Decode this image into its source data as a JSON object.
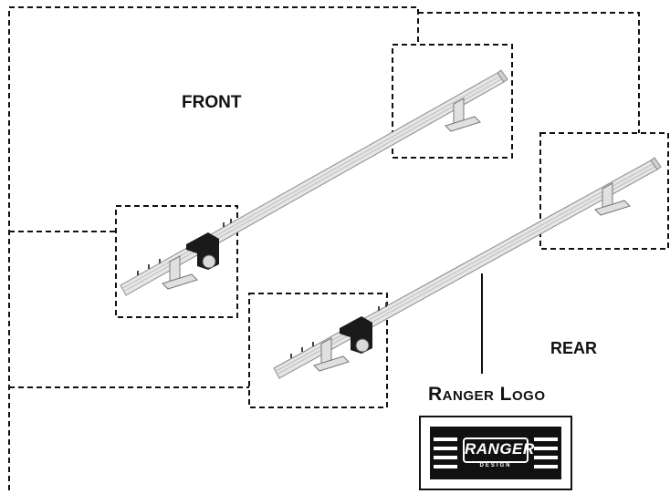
{
  "labels": {
    "front": "FRONT",
    "rear": "REAR",
    "logo_title": "Ranger Logo"
  },
  "logo": {
    "word": "RANGER",
    "sub": "DESIGN"
  },
  "colors": {
    "line": "#111111",
    "rail_light": "#e6e6e6",
    "rail_mid": "#bdbdbd",
    "rail_dark": "#8a8a8a",
    "bracket": "#1a1a1a"
  }
}
